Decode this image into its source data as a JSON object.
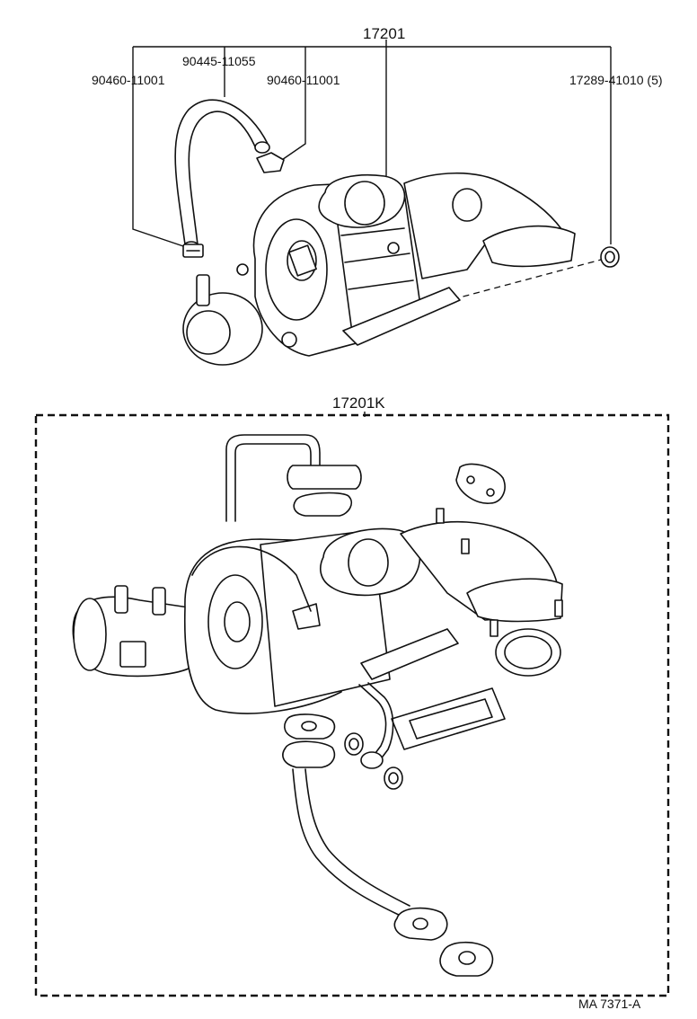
{
  "assembly": {
    "number": "17201",
    "parts": [
      {
        "part_no": "90460-11001"
      },
      {
        "part_no": "90445-11055"
      },
      {
        "part_no": "90460-11001"
      },
      {
        "part_no": "17289-41010 (5)"
      }
    ]
  },
  "kit": {
    "number": "17201K"
  },
  "footer": {
    "figure_code": "MA  7371-A"
  }
}
